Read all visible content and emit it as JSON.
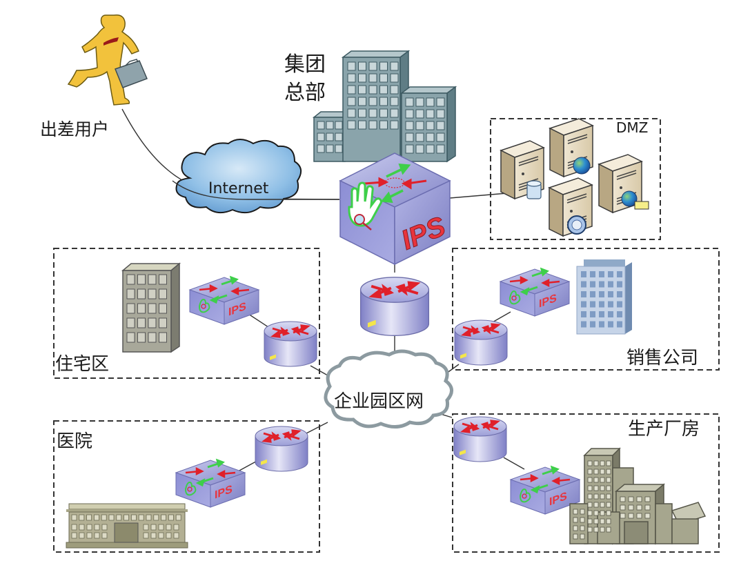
{
  "title": "IPS 企业园区网部署拓扑",
  "nodes": {
    "mobile_user": {
      "label": "出差用户",
      "type": "user"
    },
    "hq": {
      "label_line1": "集团",
      "label_line2": "总部",
      "type": "building"
    },
    "internet": {
      "label": "Internet",
      "type": "cloud"
    },
    "core_ips": {
      "label": "IPS",
      "type": "ips"
    },
    "dmz": {
      "label": "DMZ",
      "type": "zone",
      "servers": [
        "database-server",
        "web-server",
        "web-server",
        "mail-server"
      ]
    },
    "core_router": {
      "label": "",
      "type": "router"
    },
    "campus_net": {
      "label": "企业园区网",
      "type": "cloud"
    }
  },
  "zones": [
    {
      "id": "residential",
      "label": "住宅区",
      "ips_label": "IPS"
    },
    {
      "id": "sales",
      "label": "销售公司",
      "ips_label": "IPS"
    },
    {
      "id": "hospital",
      "label": "医院",
      "ips_label": "IPS"
    },
    {
      "id": "factory",
      "label": "生产厂房",
      "ips_label": "IPS"
    }
  ],
  "colors": {
    "ips_red": "#e8343c",
    "ips_purple": "#8c8ed0",
    "router_purple": "#9a9bd6",
    "arrow_green": "#3ecf4a",
    "hq_building": "#8aa4ab",
    "user_yellow": "#f2c23c",
    "cloud_blue": "#6aa4d6",
    "zone_dash": "#333333"
  }
}
